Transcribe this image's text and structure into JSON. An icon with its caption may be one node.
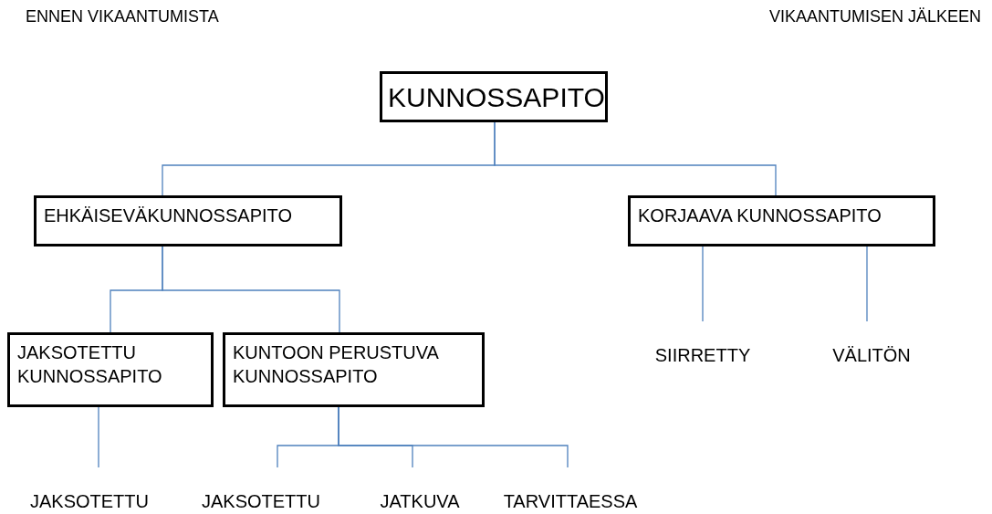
{
  "diagram": {
    "nodes": [
      {
        "text": [
          "KUNNOSSAPITO"
        ]
      },
      {
        "text": [
          "EHKÄISEVÄKUNNOSSAPITO"
        ]
      },
      {
        "text": [
          "KORJAAVA KUNNOSSAPITO"
        ]
      },
      {
        "text": [
          "JAKSOTETTU KUNNOSSAPITO"
        ]
      },
      {
        "text": [
          "KUNTOON PERUSTUVA KUNNOSSAPITO"
        ]
      },
      {
        "text": [
          "SIIRRETTY"
        ]
      },
      {
        "text": [
          "VÄLITÖN"
        ]
      },
      {
        "text": [
          "JAKSOTETTU"
        ]
      },
      {
        "text": [
          "JAKSOTETTU"
        ]
      },
      {
        "text": [
          "JATKUVA"
        ]
      },
      {
        "text": [
          "TARVITTAESSA"
        ]
      }
    ],
    "edges": [
      {
        "from": 0,
        "to": 1,
        "arrow": "none"
      },
      {
        "from": 0,
        "to": 2,
        "arrow": "none"
      },
      {
        "from": 1,
        "to": 3,
        "arrow": "none"
      },
      {
        "from": 1,
        "to": 4,
        "arrow": "none"
      },
      {
        "from": 2,
        "to": 5,
        "arrow": "none"
      },
      {
        "from": 2,
        "to": 6,
        "arrow": "none"
      },
      {
        "from": 3,
        "to": 7,
        "arrow": "none"
      },
      {
        "from": 4,
        "to": 8,
        "arrow": "none"
      },
      {
        "from": 4,
        "to": 9,
        "arrow": "none"
      },
      {
        "from": 4,
        "to": 10,
        "arrow": "none"
      }
    ],
    "labels": [
      "ENNEN VIKAANTUMISTA",
      "VIKAANTUMISEN JÄLKEEN"
    ]
  }
}
